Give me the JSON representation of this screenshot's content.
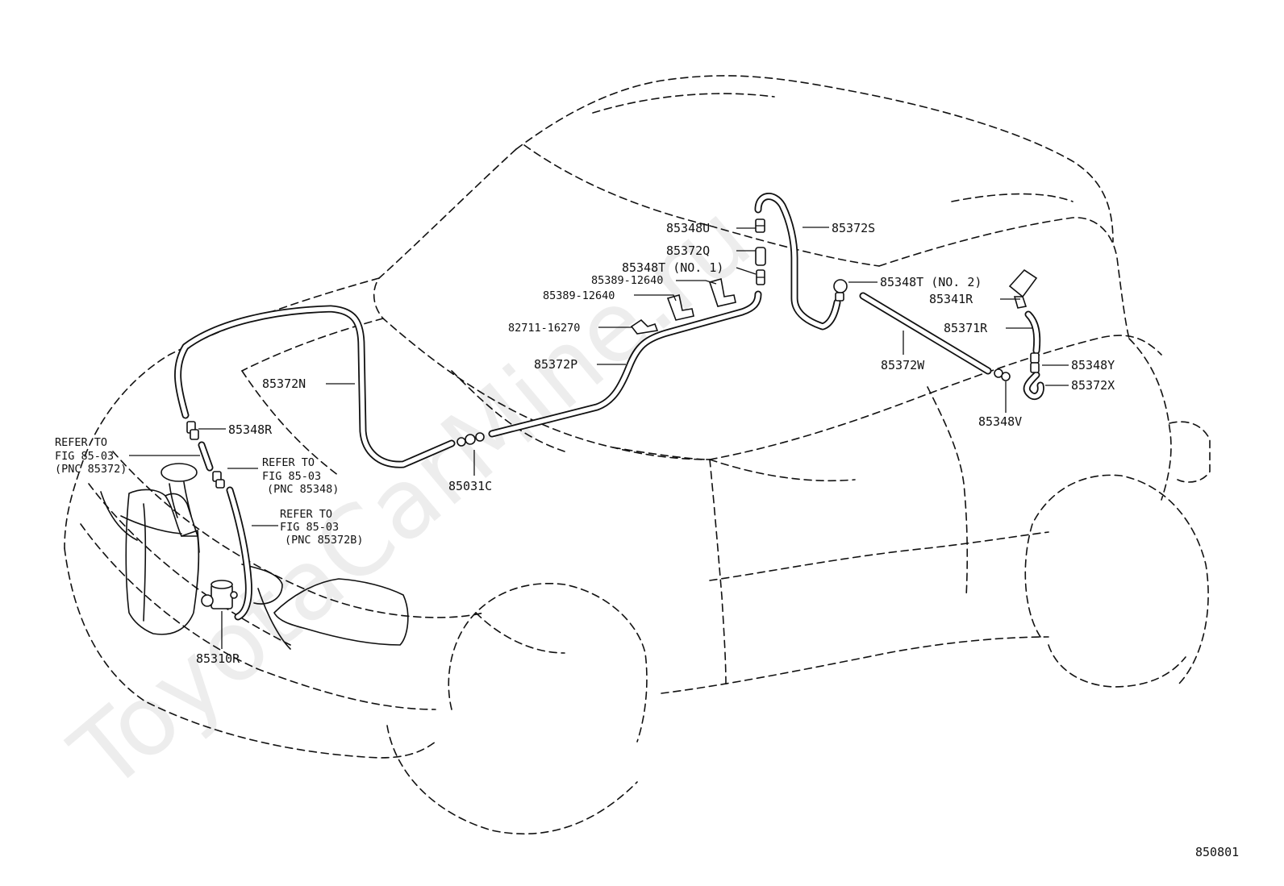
{
  "watermark": "ToyotaCarMine.ru",
  "figure_number": "850801",
  "parts": {
    "p85348U": "85348U",
    "p85372S": "85372S",
    "p85372Q": "85372Q",
    "p85348T1": "85348T (NO. 1)",
    "p85389a": "85389-12640",
    "p85389b": "85389-12640",
    "p82711": "82711-16270",
    "p85372P": "85372P",
    "p85372N": "85372N",
    "p85348R": "85348R",
    "p85031C": "85031C",
    "p85310R": "85310R",
    "p85348T2": "85348T (NO. 2)",
    "p85341R": "85341R",
    "p85371R": "85371R",
    "p85372W": "85372W",
    "p85348Y": "85348Y",
    "p85372X": "85372X",
    "p85348V": "85348V"
  },
  "refs": {
    "ref1": {
      "line1": "REFER TO",
      "line2": "FIG 85-03",
      "line3": "(PNC 85372)"
    },
    "ref2": {
      "line1": "REFER TO",
      "line2": "FIG 85-03",
      "line3": "(PNC 85348)"
    },
    "ref3": {
      "line1": "REFER TO",
      "line2": "FIG 85-03",
      "line3": "(PNC 85372B)"
    }
  }
}
